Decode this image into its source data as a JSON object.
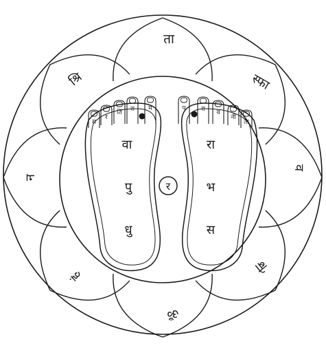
{
  "petals": {
    "top": "ता",
    "top_right": "स्फा",
    "right": "व",
    "bottom_right": "बो",
    "bottom": "ॐ",
    "bottom_left": "हं",
    "left": "न",
    "top_left": "श्रि"
  },
  "center": "र",
  "left_foot": {
    "toes": [
      "स",
      "र",
      "ति",
      "रा",
      "म"
    ],
    "upper": "वा",
    "middle": "पु",
    "lower": "धु"
  },
  "right_foot": {
    "toes": [
      "प",
      "रा",
      "व",
      "नी",
      "ता"
    ],
    "upper": "रा",
    "middle": "भ",
    "lower": "स"
  },
  "colors": {
    "ink": "#1a1a1a",
    "paper": "#ffffff"
  }
}
